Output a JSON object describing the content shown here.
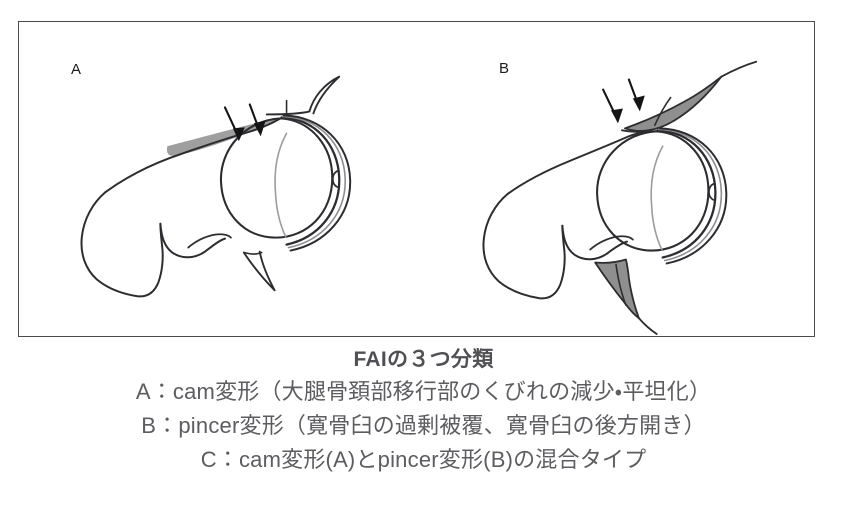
{
  "figure": {
    "frame": {
      "border_color": "#4a4a4f",
      "background": "#ffffff"
    },
    "panels": [
      {
        "id": "A",
        "label": "A",
        "condition": "cam deformity",
        "arrow_count": 2,
        "shading_color": "#9a9a9a",
        "outline_color": "#2d2d31",
        "description": "femoral head-neck junction with flattened cam bump, two arrows pointing at shaded prominence"
      },
      {
        "id": "B",
        "label": "B",
        "condition": "pincer deformity",
        "arrow_count": 2,
        "shading_color": "#8f8f8f",
        "outline_color": "#2d2d31",
        "description": "acetabular rim over-coverage with shaded anterosuperior rim and shaded posterior rim"
      }
    ]
  },
  "caption": {
    "title": "FAIの３つ分類",
    "lines": [
      "A：cam変形（大腿骨頚部移行部のくびれの減少・平坦化）",
      "B：pincer変形（寛骨臼の過剰被覆、寛骨臼の後方開き）",
      "C：cam変形(A)とpincer変形(B)の混合タイプ"
    ]
  }
}
